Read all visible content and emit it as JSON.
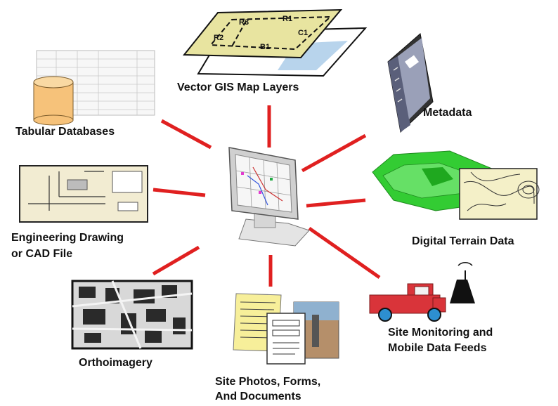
{
  "colors": {
    "connector": "#e02020",
    "map_yellow": "#e8e4a0",
    "terrain_green": "#33cc33",
    "truck_red": "#d9343a",
    "db_orange": "#f6c27a"
  },
  "hub": {
    "icon": "computer-monitor"
  },
  "nodes": {
    "vector": {
      "label": "Vector GIS Map Layers",
      "map_labels": [
        "R3",
        "R1",
        "R2",
        "C1",
        "B1"
      ]
    },
    "metadata": {
      "label": "Metadata"
    },
    "tabular": {
      "label": "Tabular Databases"
    },
    "terrain": {
      "label": "Digital Terrain Data"
    },
    "engineering": {
      "label_line1": "Engineering Drawing",
      "label_line2": "or CAD File"
    },
    "monitoring": {
      "label_line1": "Site Monitoring and",
      "label_line2": "Mobile Data Feeds"
    },
    "ortho": {
      "label": "Orthoimagery"
    },
    "site": {
      "label_line1": "Site Photos, Forms,",
      "label_line2": "And Documents"
    }
  }
}
